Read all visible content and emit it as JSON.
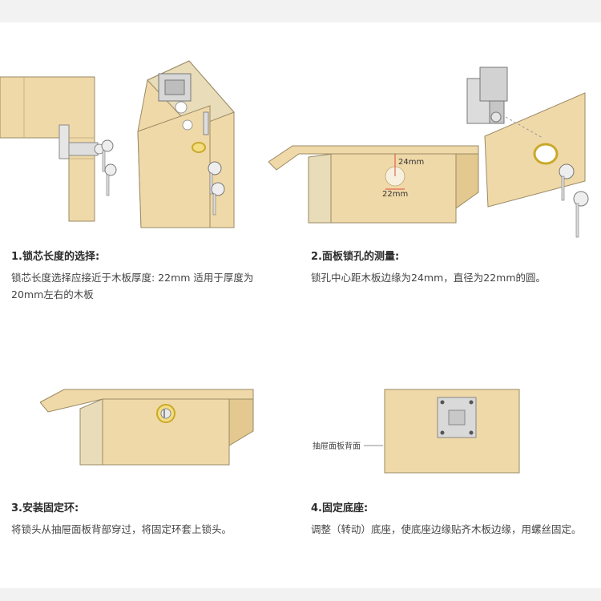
{
  "colors": {
    "wood": "#f0d9a8",
    "wood_dark": "#e3c88f",
    "wood_stroke": "#9a8a66",
    "metal": "#dcdcdc",
    "brass": "#e8c84a",
    "accent_red": "#e04a3a"
  },
  "steps": [
    {
      "title": "1.锁芯长度的选择:",
      "desc": "锁芯长度选择应接近于木板厚度: 22mm 适用于厚度为20mm左右的木板"
    },
    {
      "title": "2.面板锁孔的测量:",
      "desc": "锁孔中心距木板边缘为24mm，直径为22mm的圆。",
      "dim_vertical": "24mm",
      "dim_horizontal": "22mm"
    },
    {
      "title": "3.安装固定环:",
      "desc": "将锁头从抽屉面板背部穿过，将固定环套上锁头。"
    },
    {
      "title": "4.固定底座:",
      "desc": "调整（转动）底座，使底座边缘贴齐木板边缘，用螺丝固定。",
      "callout": "抽屉面板背面"
    }
  ]
}
